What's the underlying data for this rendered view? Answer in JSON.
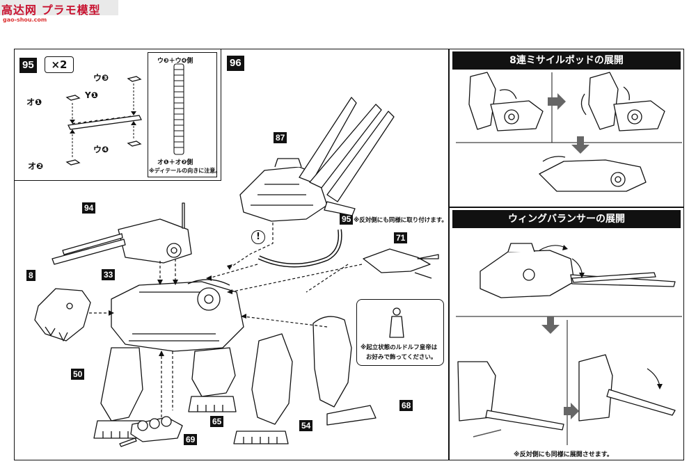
{
  "watermark": {
    "title": "高达网 プラモ模型",
    "url": "gao-shou.com"
  },
  "step95": {
    "number": "95",
    "multiplier": "×2",
    "parts": {
      "o1": "オ❶",
      "o2": "オ❷",
      "y1": "Y❶",
      "u3": "ウ❸",
      "u4": "ウ❹"
    },
    "chain_top": "ウ❸＋ウ❹側",
    "chain_bottom": "オ❶＋オ❷側",
    "chain_note": "※ディテールの向きに注意。"
  },
  "step96": {
    "number": "96",
    "part_numbers": [
      "87",
      "94",
      "95",
      "71",
      "8",
      "33",
      "50",
      "65",
      "54",
      "68",
      "69"
    ],
    "note_95": "※反対側にも同様に取り付けます。",
    "figure_note_line1": "※起立状態のルドルフ皇帝は",
    "figure_note_line2": "お好みで飾ってください。",
    "caution_mark": "!"
  },
  "missile_panel": {
    "title": "8連ミサイルポッドの展開"
  },
  "wing_panel": {
    "title": "ウィングバランサーの展開",
    "note": "※反対側にも同様に展開させます。"
  }
}
